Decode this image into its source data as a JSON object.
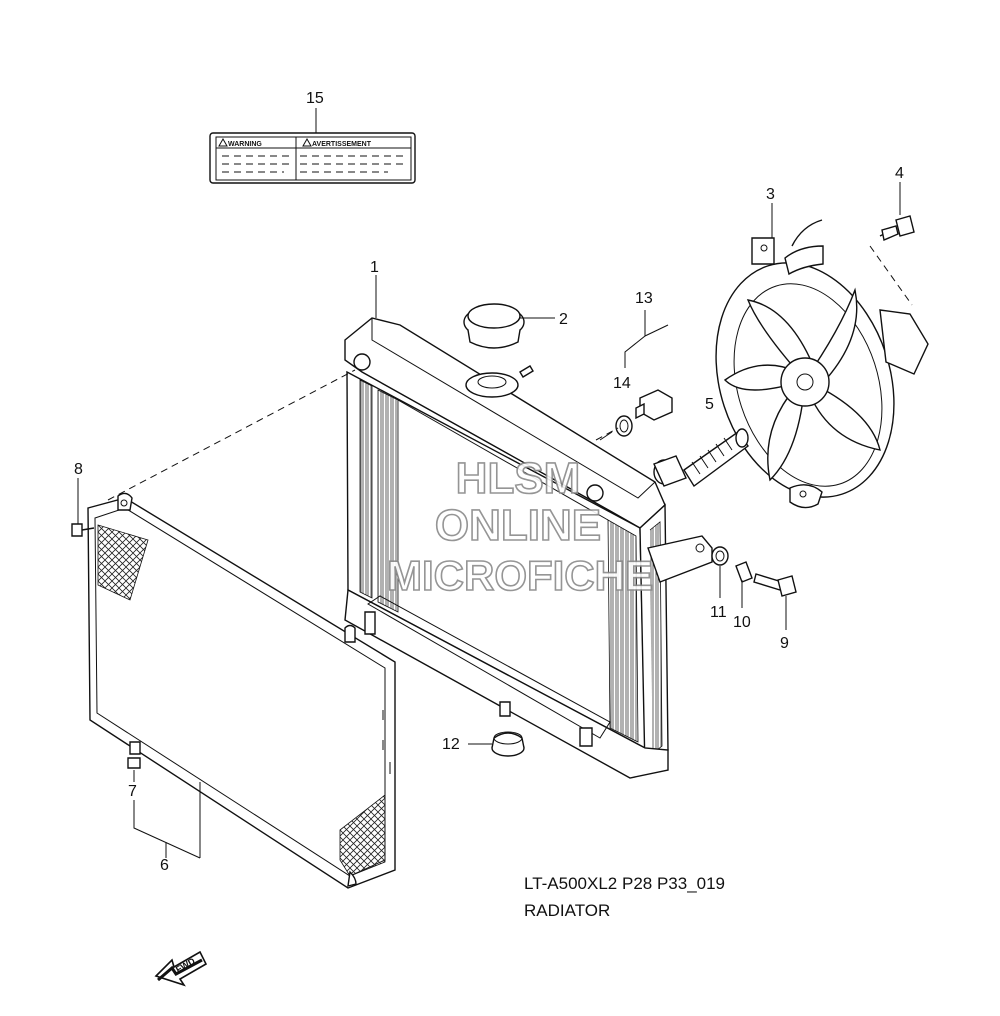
{
  "callouts": [
    "15",
    "1",
    "2",
    "3",
    "4",
    "13",
    "14",
    "5",
    "8",
    "11",
    "10",
    "9",
    "12",
    "7",
    "6"
  ],
  "warning_label": {
    "left": "WARNING",
    "right": "AVERTISSEMENT"
  },
  "caption": {
    "model": "LT-A500XL2 P28 P33_019",
    "title": "RADIATOR"
  },
  "watermark": [
    "HLSM",
    "ONLINE",
    "MICROFICHE"
  ],
  "fwd_arrow": "FWD"
}
